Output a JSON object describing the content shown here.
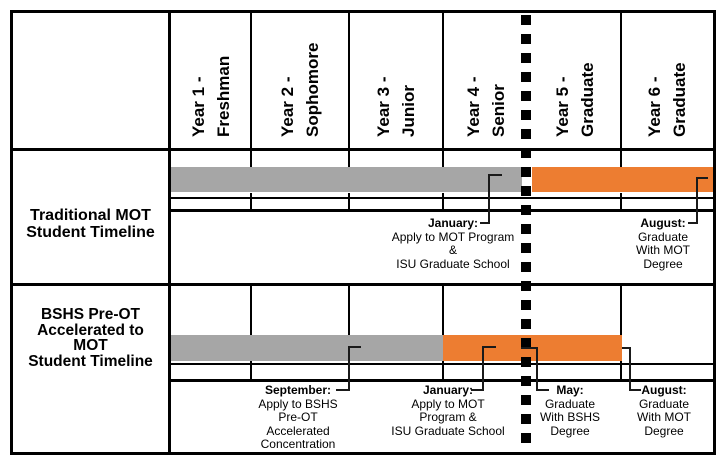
{
  "colors": {
    "bar_gray": "#A6A6A6",
    "bar_orange": "#ED7D31",
    "line": "#000000"
  },
  "header": {
    "columns": [
      {
        "line1": "Year 1 -",
        "line2": "Freshman"
      },
      {
        "line1": "Year 2 -",
        "line2": "Sophomore"
      },
      {
        "line1": "Year 3 -",
        "line2": "Junior"
      },
      {
        "line1": "Year 4 -",
        "line2": "Senior"
      },
      {
        "line1": "Year 5 -",
        "line2": "Graduate"
      },
      {
        "line1": "Year 6 -",
        "line2": "Graduate"
      }
    ]
  },
  "rows": [
    {
      "label_lines": [
        "Traditional MOT",
        "Student Timeline"
      ],
      "annotations": [
        {
          "month": "January:",
          "lines": [
            "Apply to MOT Program",
            "&",
            "ISU Graduate School"
          ]
        },
        {
          "month": "August:",
          "lines": [
            "Graduate",
            "With MOT",
            "Degree"
          ]
        }
      ]
    },
    {
      "label_lines": [
        "BSHS Pre-OT",
        "Accelerated to",
        "MOT",
        "Student Timeline"
      ],
      "annotations": [
        {
          "month": "September:",
          "lines": [
            "Apply to BSHS",
            "Pre-OT",
            "Accelerated",
            "Concentration"
          ]
        },
        {
          "month": "January:",
          "lines": [
            "Apply to MOT",
            "Program &",
            "ISU Graduate School"
          ]
        },
        {
          "month": "May:",
          "lines": [
            "Graduate",
            "With BSHS",
            "Degree"
          ]
        },
        {
          "month": "August:",
          "lines": [
            "Graduate",
            "With MOT",
            "Degree"
          ]
        }
      ]
    }
  ],
  "chart_data": {
    "type": "bar",
    "subtype": "gantt-timeline",
    "x_axis": {
      "unit": "academic year",
      "categories": [
        "Year 1 - Freshman",
        "Year 2 - Sophomore",
        "Year 3 - Junior",
        "Year 4 - Senior",
        "Year 5 - Graduate",
        "Year 6 - Graduate"
      ],
      "range": [
        0,
        6
      ],
      "divider": {
        "position": 4,
        "style": "dashed-square",
        "between": [
          "Year 4 - Senior",
          "Year 5 - Graduate"
        ]
      }
    },
    "series": [
      {
        "name": "Traditional MOT Student Timeline",
        "segments": [
          {
            "color": "#A6A6A6",
            "start": 0,
            "end": 4
          },
          {
            "color": "#ED7D31",
            "start": 4,
            "end": 6
          }
        ],
        "events": [
          {
            "time": 3.5,
            "label": "January: Apply to MOT Program & ISU Graduate School"
          },
          {
            "time": 6.0,
            "label": "August: Graduate With MOT Degree"
          }
        ]
      },
      {
        "name": "BSHS Pre-OT Accelerated to MOT Student Timeline",
        "segments": [
          {
            "color": "#A6A6A6",
            "start": 0,
            "end": 3
          },
          {
            "color": "#ED7D31",
            "start": 3,
            "end": 5
          }
        ],
        "events": [
          {
            "time": 2.0,
            "label": "September: Apply to BSHS Pre-OT Accelerated Concentration"
          },
          {
            "time": 3.5,
            "label": "January: Apply to MOT Program & ISU Graduate School"
          },
          {
            "time": 4.0,
            "label": "May: Graduate With BSHS Degree"
          },
          {
            "time": 5.0,
            "label": "August: Graduate With MOT Degree"
          }
        ]
      }
    ]
  }
}
